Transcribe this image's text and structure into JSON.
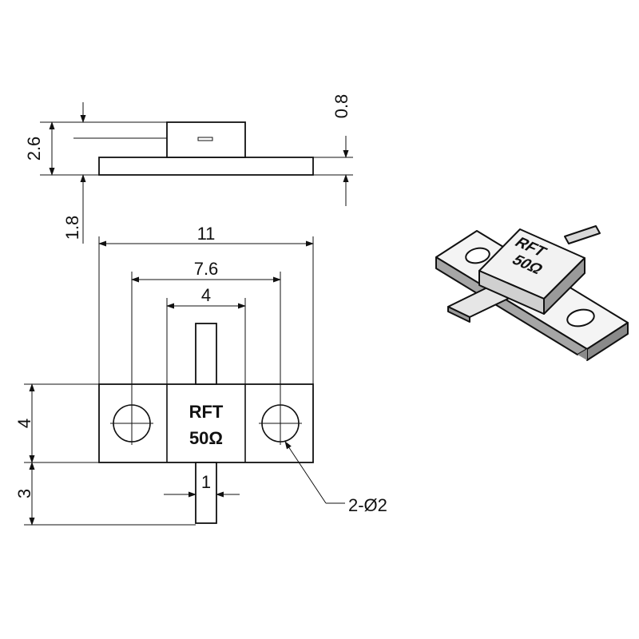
{
  "side_view": {
    "dim_total_height": "2.6",
    "dim_tab_thickness": "0.8",
    "dim_flange_height": "1.8"
  },
  "front_view": {
    "dim_overall_width": "11",
    "dim_hole_spacing": "7.6",
    "dim_body_width": "4",
    "dim_flange_height": "4",
    "dim_lead_length": "3",
    "dim_lead_width": "1",
    "hole_callout": "2-Ø2",
    "body_label_line1": "RFT",
    "body_label_line2": "50Ω"
  },
  "iso_view": {
    "body_label_line1": "RFT",
    "body_label_line2": "50Ω"
  },
  "colors": {
    "line": "#111111",
    "flange_fill": "#ffffff",
    "iso_face_light": "#f2f2f2",
    "iso_face_mid": "#d8d8d8",
    "iso_face_dark": "#9a9a9a"
  }
}
